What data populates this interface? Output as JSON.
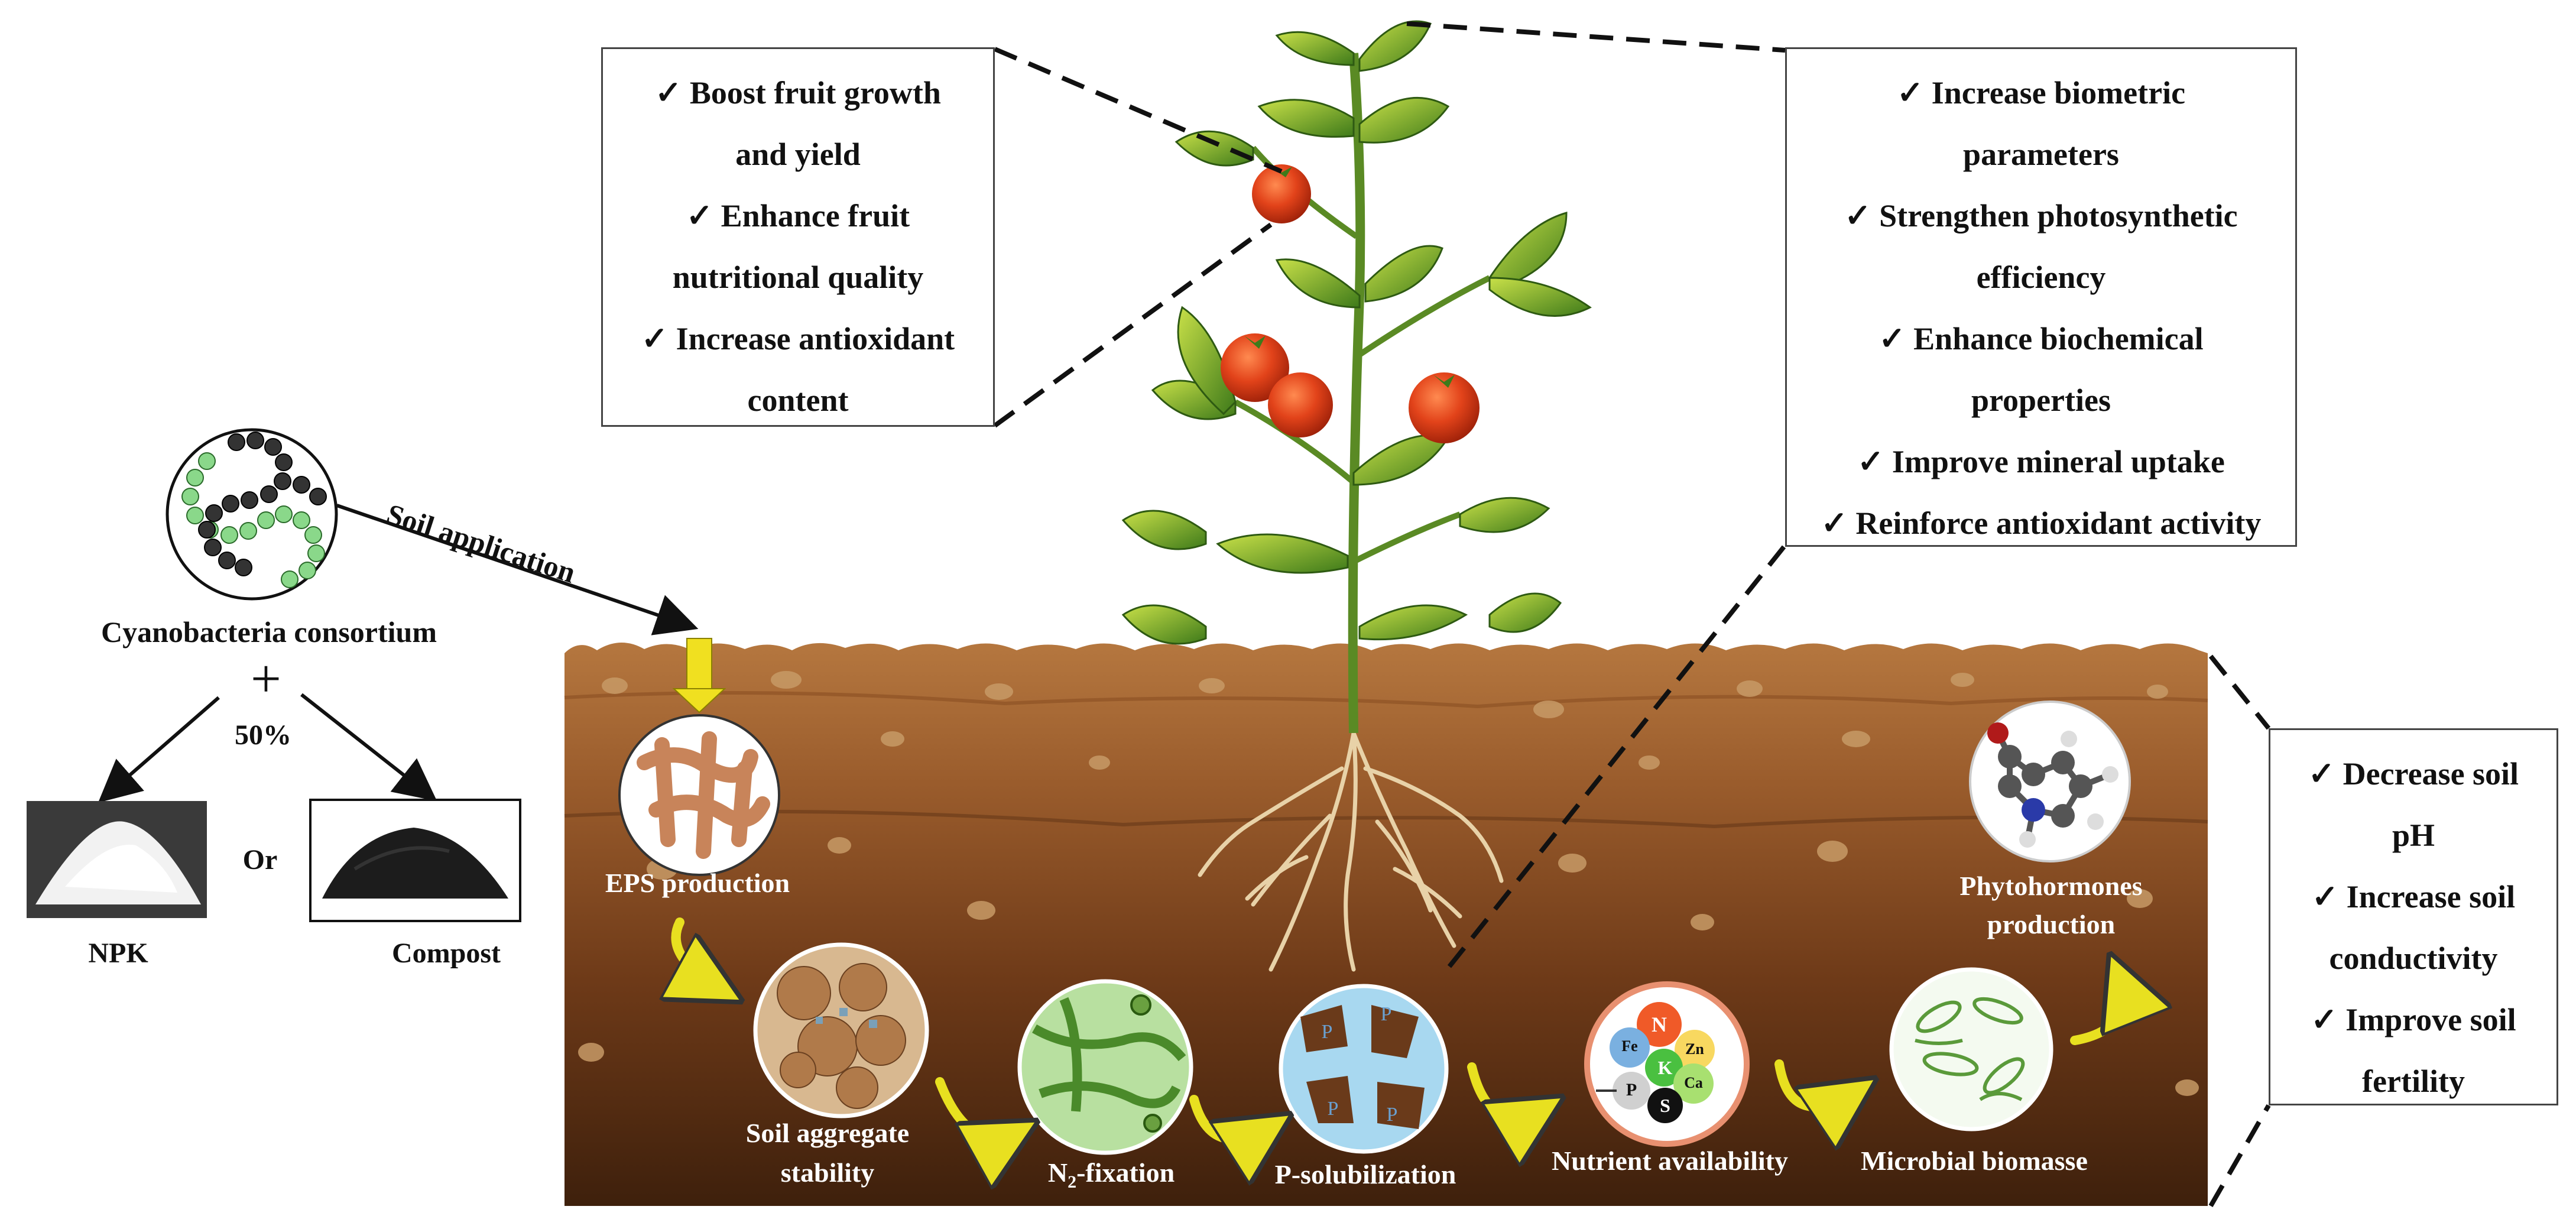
{
  "left_panel": {
    "soil_application": "Soil application",
    "consortium": "Cyanobacteria consortium",
    "plus": "+",
    "percent": "50%",
    "or": "Or",
    "npk": "NPK",
    "compost": "Compost"
  },
  "fruit_box": {
    "lines": [
      "✓ Boost fruit growth",
      "and yield",
      "✓ Enhance fruit",
      "nutritional quality",
      "✓ Increase antioxidant",
      "content"
    ]
  },
  "plant_box": {
    "lines": [
      "✓ Increase biometric",
      "parameters",
      "✓ Strengthen photosynthetic",
      "efficiency",
      "✓ Enhance biochemical",
      "properties",
      "✓ Improve mineral uptake",
      "✓ Reinforce antioxidant activity"
    ]
  },
  "soil_box": {
    "lines": [
      "✓ Decrease soil",
      "pH",
      "✓ Increase soil",
      "conductivity",
      "✓ Improve soil",
      "fertility"
    ]
  },
  "processes": {
    "eps": "EPS production",
    "aggregate_1": "Soil aggregate",
    "aggregate_2": "stability",
    "n2_pre": "N",
    "n2_sub": "2",
    "n2_post": "-fixation",
    "p_sol": "P-solubilization",
    "nutrient": "Nutrient availability",
    "microbial": "Microbial biomasse",
    "phyto_1": "Phytohormones",
    "phyto_2": "production"
  },
  "nutrients": {
    "n": "N",
    "fe": "Fe",
    "zn": "Zn",
    "k": "K",
    "ca": "Ca",
    "p": "P",
    "s": "S"
  },
  "p_label": "P",
  "colors": {
    "soil_top": "#a8693a",
    "soil_bottom": "#4a2710",
    "leaf": "#6a9a2a",
    "tomato": "#d8401a",
    "arrow_yellow": "#f0e020",
    "cyano_green": "#8ad88a"
  }
}
